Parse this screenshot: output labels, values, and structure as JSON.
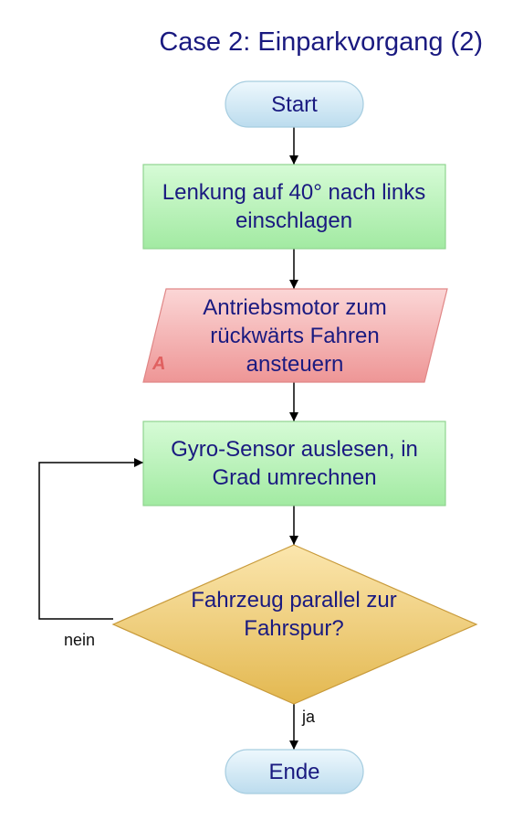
{
  "title": "Case 2: Einparkvorgang (2)",
  "nodes": {
    "start": "Start",
    "steer": "Lenkung auf 40° nach links einschlagen",
    "motor": "Antriebsmotor zum rückwärts Fahren ansteuern",
    "motor_badge": "A",
    "gyro": "Gyro-Sensor auslesen, in Grad umrechnen",
    "decision": "Fahrzeug parallel zur Fahrspur?",
    "end": "Ende"
  },
  "edges": {
    "no_label": "nein",
    "yes_label": "ja"
  },
  "colors": {
    "text": "#1a1a80",
    "terminal_fill": "#cfe8f4",
    "process_fill": "#b8f2b8",
    "io_fill": "#f2a8aa",
    "decision_fill": "#f0cc70"
  }
}
